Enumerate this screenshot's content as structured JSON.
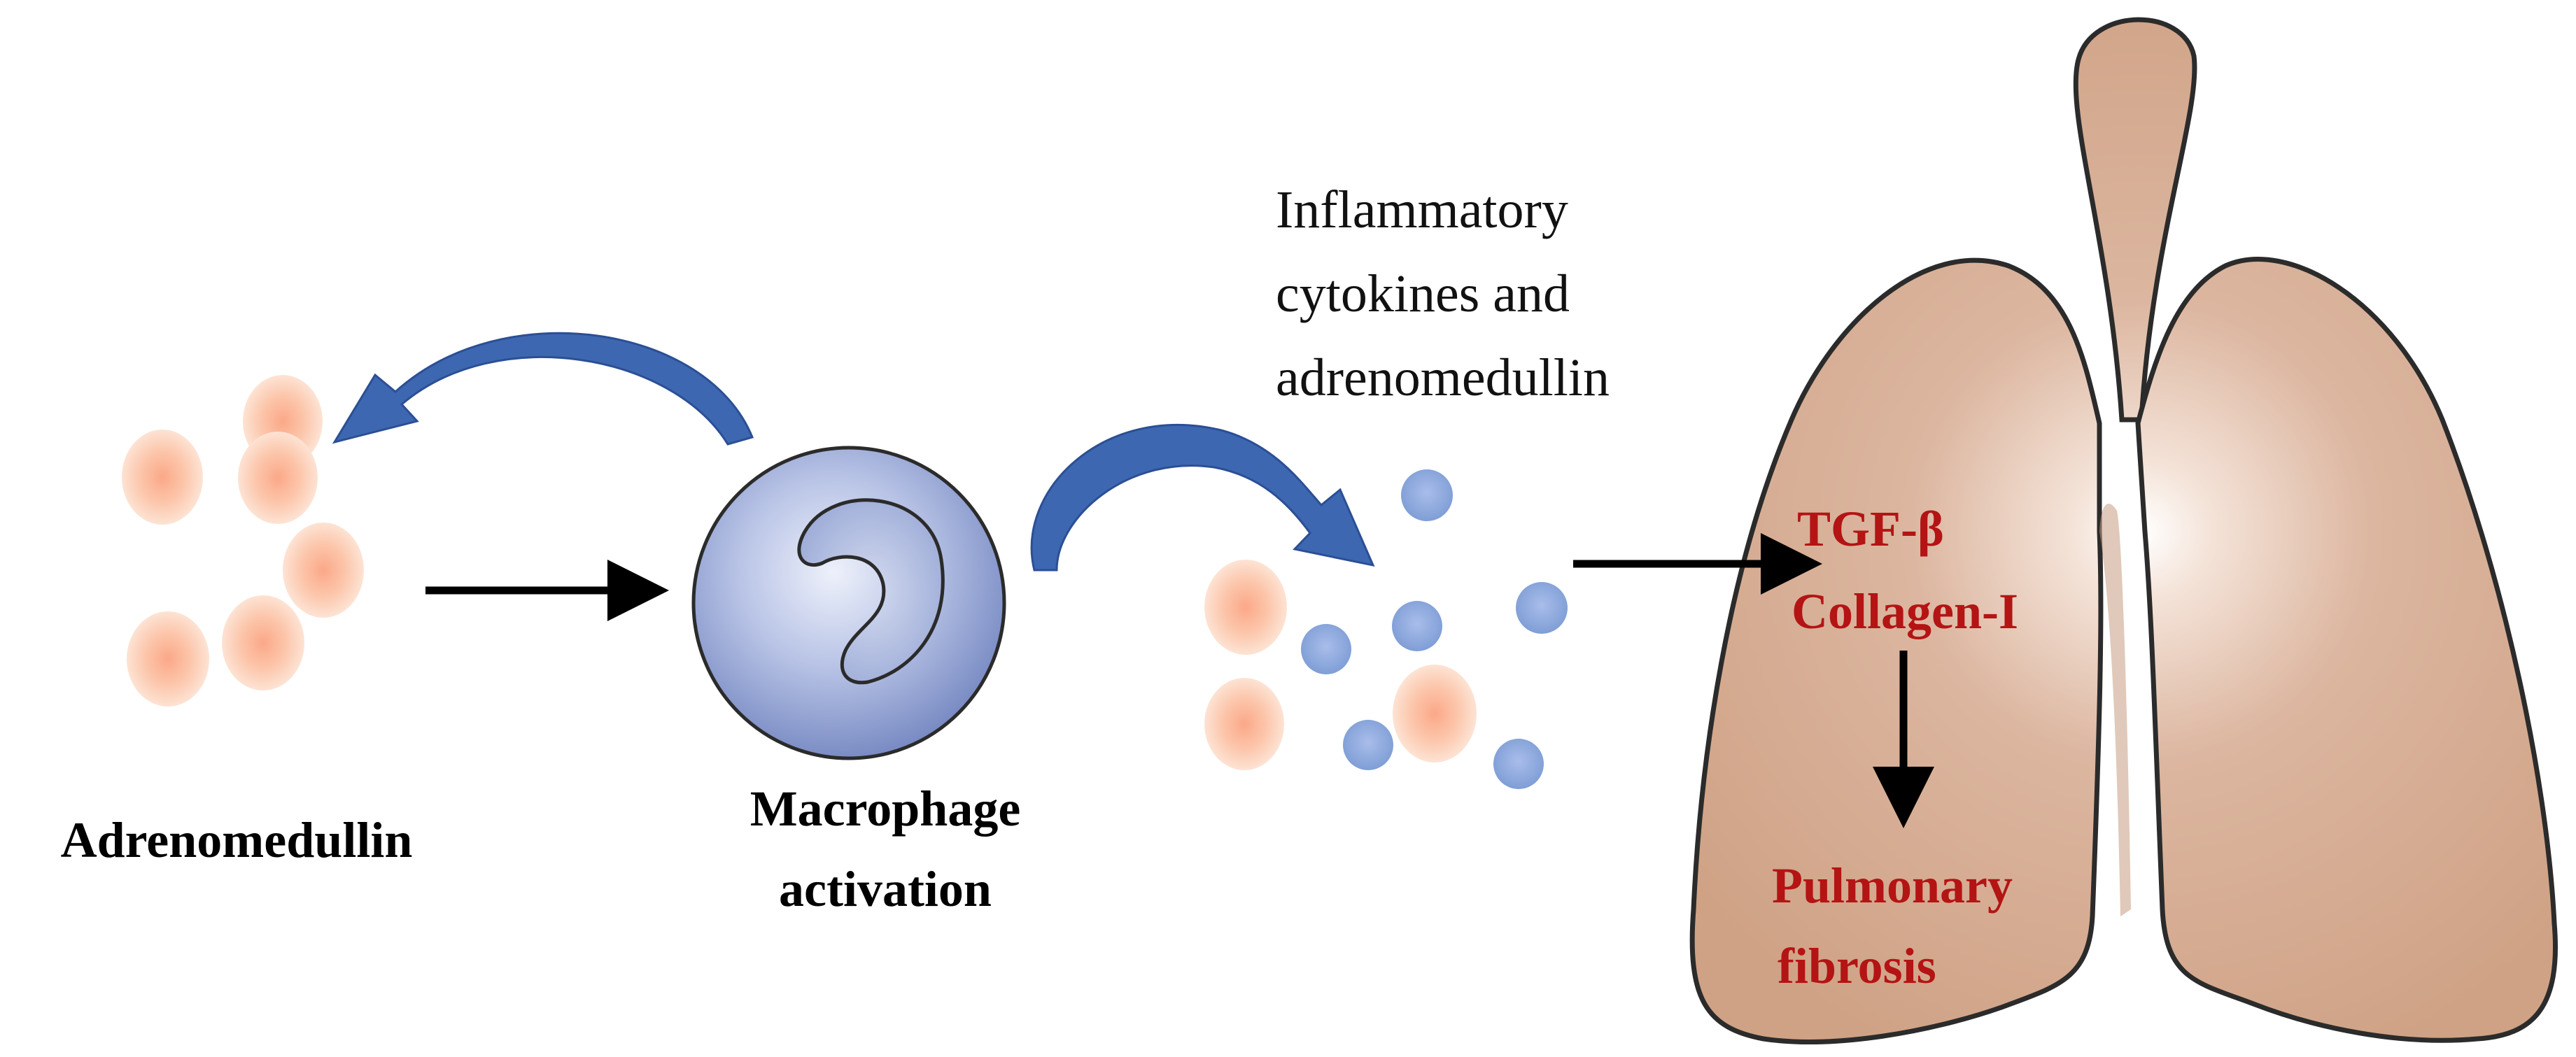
{
  "labels": {
    "adrenomedullin": "Adrenomedullin",
    "macrophage_line1": "Macrophage",
    "macrophage_line2": "activation",
    "cytokines_line1": "Inflammatory",
    "cytokines_line2": "cytokines and",
    "cytokines_line3": "adrenomedullin",
    "tgf": "TGF-β",
    "collagen": "Collagen-I",
    "fibrosis_line1": "Pulmonary",
    "fibrosis_line2": "fibrosis"
  },
  "colors": {
    "peptide": "#f8b896",
    "cytokine": "#7f9ed6",
    "feedback_arrow": "#3e67b1",
    "lung": "#d4a98f",
    "outline": "#2b2b2b",
    "label_red": "#b41414",
    "arrow_black": "#000000"
  },
  "icons": {
    "cell": "macrophage-cell-icon",
    "lung": "lung-icon"
  }
}
